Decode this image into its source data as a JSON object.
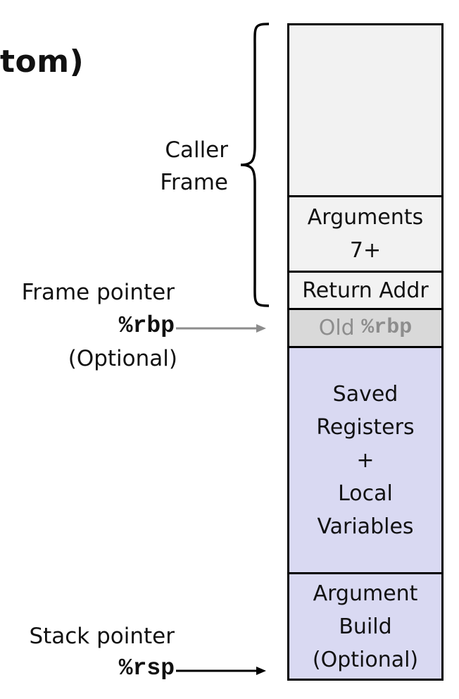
{
  "title_fragment": "tom)",
  "caller_frame_label": "Caller\nFrame",
  "frame_pointer": {
    "label": "Frame pointer",
    "register": "%rbp",
    "note": "(Optional)"
  },
  "stack_pointer": {
    "label": "Stack pointer",
    "register": "%rsp"
  },
  "stack_cells": [
    {
      "label": ""
    },
    {
      "label": "Arguments\n7+"
    },
    {
      "label": "Return Addr"
    },
    {
      "label_prefix": "Old ",
      "register": "%rbp"
    },
    {
      "label": "Saved\nRegisters\n+\nLocal\nVariables"
    },
    {
      "label": "Argument\nBuild\n(Optional)"
    }
  ],
  "colors": {
    "caller_cell": "#f2f2f2",
    "old_rbp_cell": "#d9d9d9",
    "callee_cell": "#d9d9f2",
    "arrow_rbp": "#8c8c8c",
    "arrow_rsp": "#000000"
  }
}
